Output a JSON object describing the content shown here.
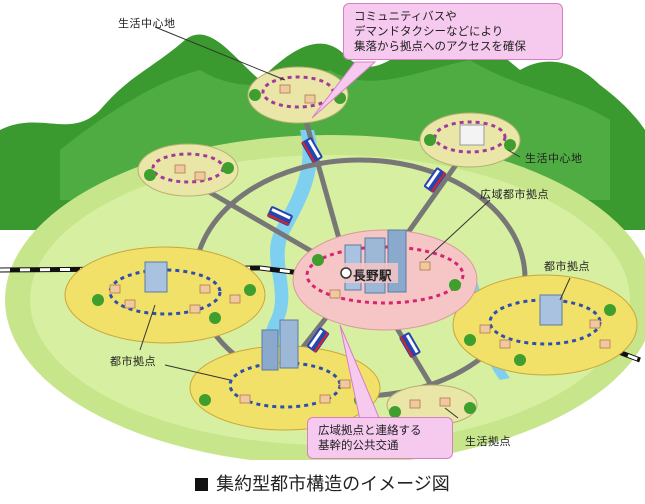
{
  "callouts": {
    "top": [
      "コミュニティバスや",
      "デマンドタクシーなどにより",
      "集落から拠点へのアクセスを確保"
    ],
    "bottom": [
      "広域拠点と連絡する",
      "基幹的公共交通"
    ]
  },
  "labels": {
    "life_center_1": "生活中心地",
    "life_center_2": "生活中心地",
    "regional_hub": "広域都市拠点",
    "urban_hub_right": "都市拠点",
    "urban_hub_left": "都市拠点",
    "station": "長野駅",
    "life_hub": "生活拠点"
  },
  "caption": "集約型都市構造のイメージ図",
  "colors": {
    "mountain": "#3a9a2f",
    "ground": "#c7e68c",
    "river": "#7fd0f0",
    "urban_disc": "#f2e168",
    "center_disc": "#f6c6c6",
    "life_disc": "#e9e6a8",
    "ring_road": "#777777",
    "callout_fill": "#f6c9ee"
  }
}
